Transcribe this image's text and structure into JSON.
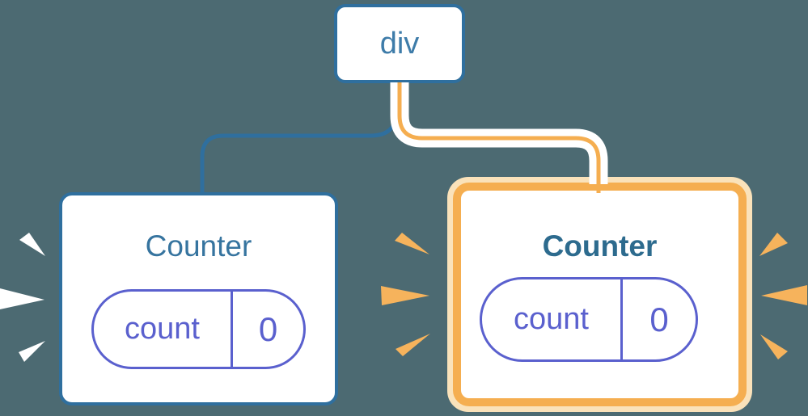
{
  "diagram": {
    "type": "component-tree",
    "root": {
      "label": "div"
    },
    "children": [
      {
        "label": "Counter",
        "state_key": "count",
        "state_value": "0",
        "highlighted": false
      },
      {
        "label": "Counter",
        "state_key": "count",
        "state_value": "0",
        "highlighted": true
      }
    ],
    "colors": {
      "bg": "#4C6A72",
      "blue": "#2F6F9E",
      "div-text": "#3E7CA9",
      "title-left": "#36749F",
      "title-right": "#2D6B8E",
      "indigo": "#5A60CE",
      "orange": "#F5AE50",
      "cream": "#FAE2BA",
      "spark-orange": "#F6B35C",
      "card-bg": "#FFFFFF"
    }
  }
}
